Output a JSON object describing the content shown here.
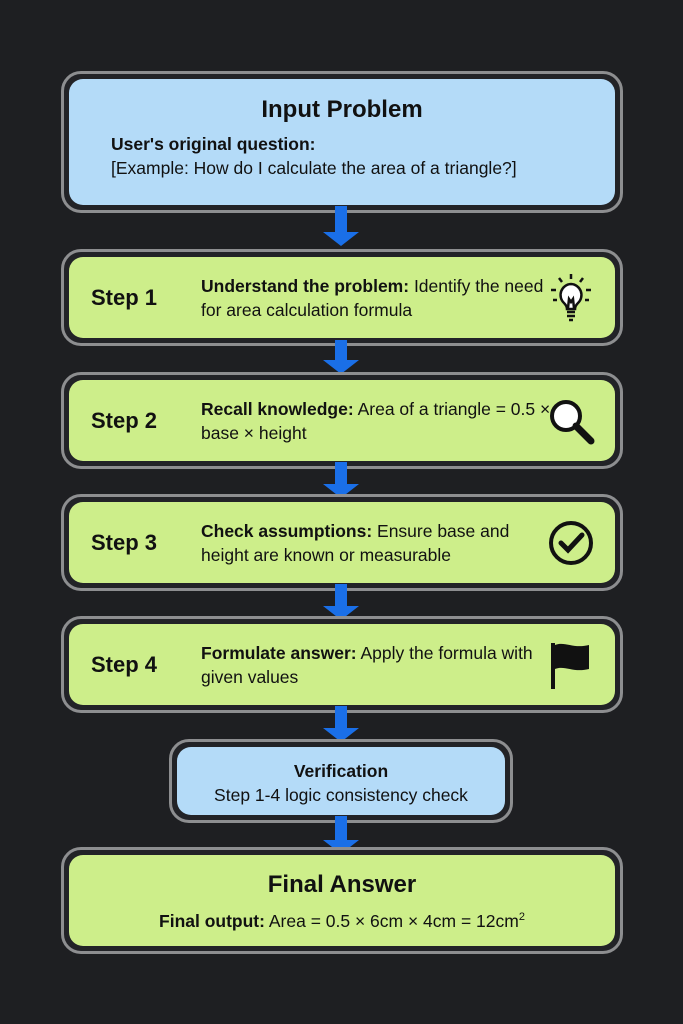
{
  "input": {
    "title": "Input Problem",
    "label": "User's original question:",
    "question": "[Example: How do I calculate the area of a triangle?]"
  },
  "steps": [
    {
      "label": "Step 1",
      "heading": "Understand the problem:",
      "text": " Identify the need for area calculation formula",
      "icon": "lightbulb-icon"
    },
    {
      "label": "Step 2",
      "heading": "Recall knowledge:",
      "text": " Area of a triangle = 0.5 × base × height",
      "icon": "magnifier-icon"
    },
    {
      "label": "Step 3",
      "heading": "Check assumptions:",
      "text": " Ensure base and height are known or measurable",
      "icon": "check-circle-icon"
    },
    {
      "label": "Step 4",
      "heading": "Formulate answer:",
      "text": " Apply the formula with given values",
      "icon": "flag-icon"
    }
  ],
  "verification": {
    "title": "Verification",
    "text": "Step 1-4 logic consistency check"
  },
  "final": {
    "title": "Final Answer",
    "label": "Final output:",
    "text": " Area = 0.5 × 6cm × 4cm = 12cm",
    "sup": "2"
  },
  "colors": {
    "blue": "#b4dbf8",
    "green": "#cdee8a",
    "arrow": "#1a6fe8",
    "background": "#1e1f22"
  }
}
